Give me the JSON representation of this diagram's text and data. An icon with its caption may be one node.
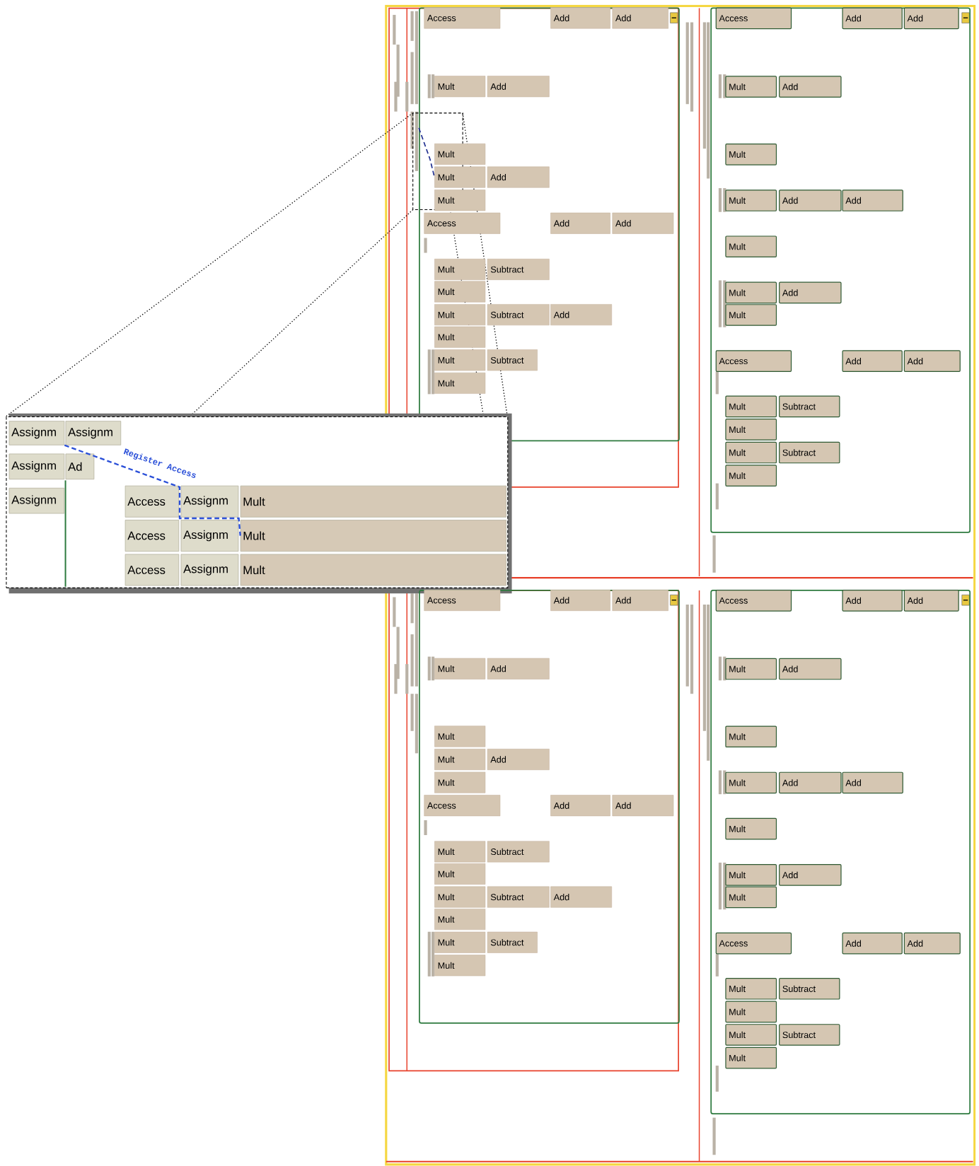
{
  "diagram": {
    "nodes": [
      {
        "text": [],
        "shape": "box"
      },
      {
        "text": [
          "Access"
        ],
        "in": 0
      },
      {
        "text": [
          "Add"
        ],
        "in": 0
      },
      {
        "text": [
          "Add"
        ],
        "in": 0
      },
      {
        "text": [
          "Mult"
        ],
        "in": 0
      },
      {
        "text": [
          "Add"
        ],
        "in": 0
      },
      {
        "text": [
          "Mult"
        ],
        "in": 0
      },
      {
        "text": [
          "Mult"
        ],
        "in": 0
      },
      {
        "text": [
          "Add"
        ],
        "in": 0
      },
      {
        "text": [
          "Mult"
        ],
        "in": 0
      },
      {
        "text": [
          "Access"
        ],
        "in": 0
      },
      {
        "text": [
          "Add"
        ],
        "in": 0
      },
      {
        "text": [
          "Add"
        ],
        "in": 0
      },
      {
        "text": [
          "Mult"
        ],
        "in": 0
      },
      {
        "text": [
          "Subtract"
        ],
        "in": 0
      },
      {
        "text": [
          "Mult"
        ],
        "in": 0
      },
      {
        "text": [
          "Mult"
        ],
        "in": 0
      },
      {
        "text": [
          "Subtract"
        ],
        "in": 0
      },
      {
        "text": [
          "Add"
        ],
        "in": 0
      },
      {
        "text": [
          "Mult"
        ],
        "in": 0
      },
      {
        "text": [
          "Mult"
        ],
        "in": 0
      },
      {
        "text": [
          "Subtract"
        ],
        "in": 0
      },
      {
        "text": [
          "Mult"
        ],
        "in": 0
      },
      {
        "text": [],
        "shape": "box"
      },
      {
        "text": [
          "Access"
        ],
        "in": 23
      },
      {
        "text": [
          "Add"
        ],
        "in": 23
      },
      {
        "text": [
          "Add"
        ],
        "in": 23
      },
      {
        "text": [
          "Mult"
        ],
        "in": 23
      },
      {
        "text": [
          "Add"
        ],
        "in": 23
      },
      {
        "text": [
          "Mult"
        ],
        "in": 23
      },
      {
        "text": [
          "Mult"
        ],
        "in": 23
      },
      {
        "text": [
          "Add"
        ],
        "in": 23
      },
      {
        "text": [
          "Add"
        ],
        "in": 23
      },
      {
        "text": [
          "Mult"
        ],
        "in": 23
      },
      {
        "text": [
          "Mult"
        ],
        "in": 23
      },
      {
        "text": [
          "Add"
        ],
        "in": 23
      },
      {
        "text": [
          "Mult"
        ],
        "in": 23
      },
      {
        "text": [
          "Access"
        ],
        "in": 23
      },
      {
        "text": [
          "Add"
        ],
        "in": 23
      },
      {
        "text": [
          "Add"
        ],
        "in": 23
      },
      {
        "text": [
          "Mult"
        ],
        "in": 23
      },
      {
        "text": [
          "Subtract"
        ],
        "in": 23
      },
      {
        "text": [
          "Mult"
        ],
        "in": 23
      },
      {
        "text": [
          "Mult"
        ],
        "in": 23
      },
      {
        "text": [
          "Subtract"
        ],
        "in": 23
      },
      {
        "text": [
          "Mult"
        ],
        "in": 23
      },
      {
        "text": [],
        "shape": "box"
      },
      {
        "text": [
          "Assignm"
        ],
        "in": 46
      },
      {
        "text": [
          "Assignm"
        ],
        "in": 46
      },
      {
        "text": [
          "Assignm"
        ],
        "in": 46
      },
      {
        "text": [
          "Ad"
        ],
        "in": 46
      },
      {
        "text": [
          "Assignm"
        ],
        "in": 46
      },
      {
        "text": [
          "Access"
        ],
        "in": 46
      },
      {
        "text": [
          "Assignm"
        ],
        "in": 46
      },
      {
        "text": [
          "Mult"
        ],
        "in": 46
      },
      {
        "text": [
          "Access"
        ],
        "in": 46
      },
      {
        "text": [
          "Assignm"
        ],
        "in": 46
      },
      {
        "text": [
          "Mult"
        ],
        "in": 46
      },
      {
        "text": [
          "Access"
        ],
        "in": 46
      },
      {
        "text": [
          "Assignm"
        ],
        "in": 46
      },
      {
        "text": [
          "Mult"
        ],
        "in": 46
      },
      {
        "text": [],
        "shape": "box"
      },
      {
        "text": [
          "Access"
        ],
        "in": 61
      },
      {
        "text": [
          "Add"
        ],
        "in": 61
      },
      {
        "text": [
          "Add"
        ],
        "in": 61
      },
      {
        "text": [
          "Mult"
        ],
        "in": 61
      },
      {
        "text": [
          "Add"
        ],
        "in": 61
      },
      {
        "text": [
          "Mult"
        ],
        "in": 61
      },
      {
        "text": [
          "Mult"
        ],
        "in": 61
      },
      {
        "text": [
          "Add"
        ],
        "in": 61
      },
      {
        "text": [
          "Mult"
        ],
        "in": 61
      },
      {
        "text": [
          "Access"
        ],
        "in": 61
      },
      {
        "text": [
          "Add"
        ],
        "in": 61
      },
      {
        "text": [
          "Add"
        ],
        "in": 61
      },
      {
        "text": [
          "Mult"
        ],
        "in": 61
      },
      {
        "text": [
          "Subtract"
        ],
        "in": 61
      },
      {
        "text": [
          "Mult"
        ],
        "in": 61
      },
      {
        "text": [
          "Mult"
        ],
        "in": 61
      },
      {
        "text": [
          "Subtract"
        ],
        "in": 61
      },
      {
        "text": [
          "Add"
        ],
        "in": 61
      },
      {
        "text": [
          "Mult"
        ],
        "in": 61
      },
      {
        "text": [
          "Mult"
        ],
        "in": 61
      },
      {
        "text": [
          "Subtract"
        ],
        "in": 61
      },
      {
        "text": [
          "Mult"
        ],
        "in": 61
      },
      {
        "text": [],
        "shape": "box"
      },
      {
        "text": [
          "Access"
        ],
        "in": 84
      },
      {
        "text": [
          "Add"
        ],
        "in": 84
      },
      {
        "text": [
          "Add"
        ],
        "in": 84
      },
      {
        "text": [
          "Mult"
        ],
        "in": 84
      },
      {
        "text": [
          "Add"
        ],
        "in": 84
      },
      {
        "text": [
          "Mult"
        ],
        "in": 84
      },
      {
        "text": [
          "Mult"
        ],
        "in": 84
      },
      {
        "text": [
          "Add"
        ],
        "in": 84
      },
      {
        "text": [
          "Add"
        ],
        "in": 84
      },
      {
        "text": [
          "Mult"
        ],
        "in": 84
      },
      {
        "text": [
          "Mult"
        ],
        "in": 84
      },
      {
        "text": [
          "Add"
        ],
        "in": 84
      },
      {
        "text": [
          "Mult"
        ],
        "in": 84
      },
      {
        "text": [
          "Access"
        ],
        "in": 84
      },
      {
        "text": [
          "Add"
        ],
        "in": 84
      },
      {
        "text": [
          "Add"
        ],
        "in": 84
      },
      {
        "text": [
          "Mult"
        ],
        "in": 84
      },
      {
        "text": [
          "Subtract"
        ],
        "in": 84
      },
      {
        "text": [
          "Mult"
        ],
        "in": 84
      },
      {
        "text": [
          "Mult"
        ],
        "in": 84
      },
      {
        "text": [
          "Subtract"
        ],
        "in": 84
      },
      {
        "text": [
          "Mult"
        ],
        "in": 84
      }
    ],
    "edges": [
      {
        "from": 47,
        "to": 57,
        "arrow": "none",
        "label": "Register Access",
        "style": "dashed",
        "color": "#2a4fd8"
      },
      {
        "from": null,
        "to": 7,
        "arrow": "none",
        "style": "dashed",
        "color": "#1f2f8f"
      }
    ]
  }
}
